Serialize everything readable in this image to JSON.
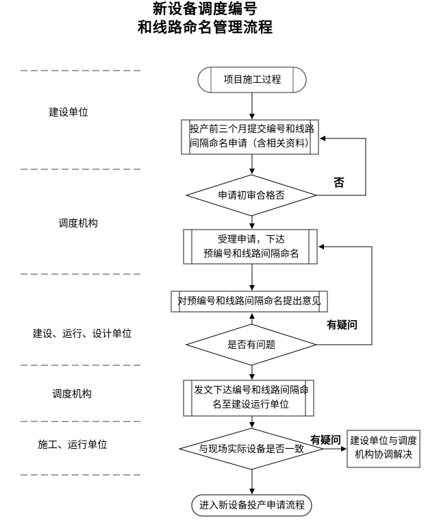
{
  "title": {
    "line1": "新设备调度编号",
    "line2": "和线路命名管理流程"
  },
  "swimlanes": {
    "items": [
      {
        "label": "建设单位"
      },
      {
        "label": "调度机构"
      },
      {
        "label": "建设、运行、设计单位"
      },
      {
        "label": "调度机构"
      },
      {
        "label": "施工、运行单位"
      }
    ]
  },
  "flow": {
    "start": {
      "label": "项目施工过程"
    },
    "submit": {
      "line1": "投产前三个月提交编号和线路",
      "line2": "间隔命名申请（含相关资料）"
    },
    "review": {
      "label": "申请初审合格否"
    },
    "accept": {
      "line1": "受理申请，下达",
      "line2": "预编号和线路间隔命名"
    },
    "opinion": {
      "label": "对预编号和线路间隔命名提出意见"
    },
    "problem": {
      "label": "是否有问题"
    },
    "issue": {
      "line1": "发文下达编号和线路间隔命",
      "line2": "名至建设运行单位"
    },
    "consistent": {
      "label": "与现场实际设备是否一致"
    },
    "coordinate": {
      "line1": "建设单位与调度",
      "line2": "机构协调解决"
    },
    "end": {
      "label": "进入新设备投产申请流程"
    }
  },
  "edges": {
    "review_no": "否",
    "problem_doubt": "有疑问",
    "consistent_doubt": "有疑问"
  },
  "colors": {
    "connector": "#000000",
    "box_border": "#666666",
    "inner_bar": "#1a1a1a",
    "dash": "#808080",
    "text": "#000000"
  }
}
